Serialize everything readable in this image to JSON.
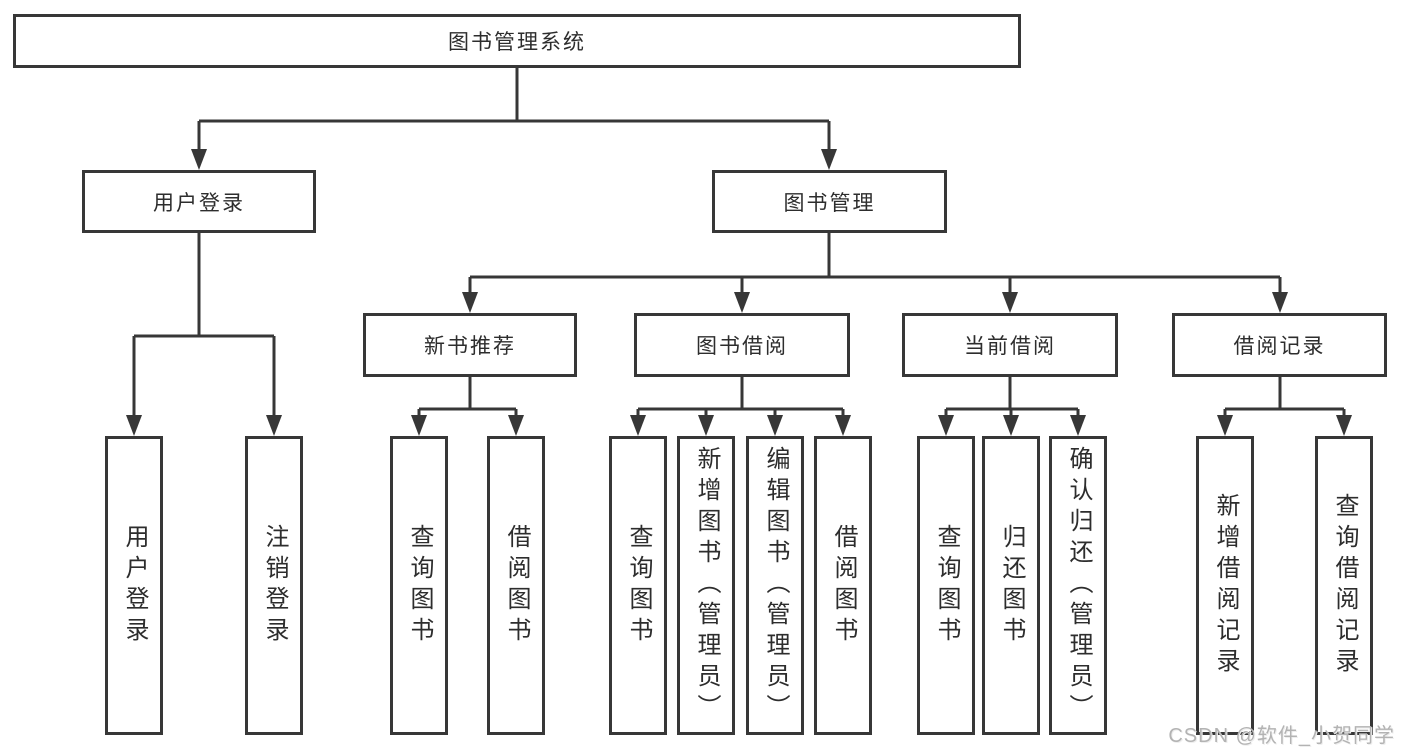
{
  "root": {
    "label": "图书管理系统"
  },
  "userLogin": {
    "label": "用户登录",
    "children": [
      "用户登录",
      "注销登录"
    ]
  },
  "bookMgmt": {
    "label": "图书管理",
    "sections": [
      {
        "label": "新书推荐",
        "children": [
          "查询图书",
          "借阅图书"
        ]
      },
      {
        "label": "图书借阅",
        "children": [
          "查询图书",
          "新增图书（管理员）",
          "编辑图书（管理员）",
          "借阅图书"
        ]
      },
      {
        "label": "当前借阅",
        "children": [
          "查询图书",
          "归还图书",
          "确认归还（管理员）"
        ]
      },
      {
        "label": "借阅记录",
        "children": [
          "新增借阅记录",
          "查询借阅记录"
        ]
      }
    ]
  },
  "watermark": {
    "text": "CSDN @软件_小贺同学"
  },
  "colors": {
    "line": "#373737",
    "text": "#2d2d2d",
    "background": "#ffffff",
    "watermark": "#b3b3b3"
  }
}
